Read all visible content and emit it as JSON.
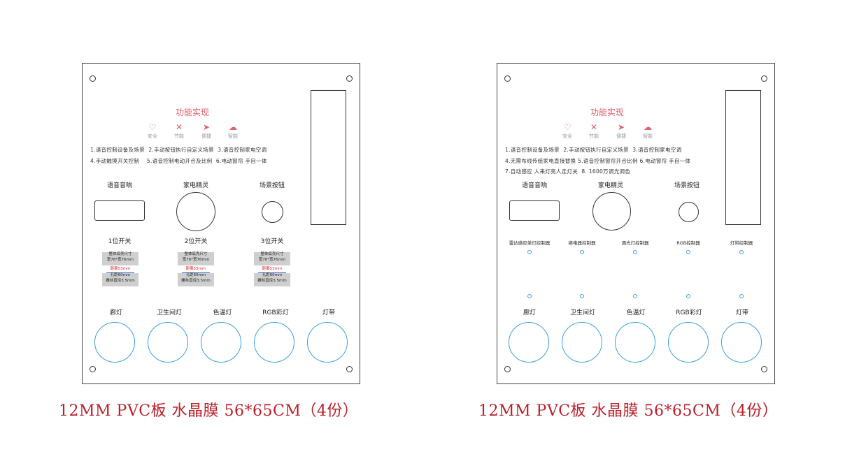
{
  "captions": {
    "left": "12MM PVC板 水晶膜  56*65CM（4份）",
    "right": "12MM PVC板 水晶膜  56*65CM（4份）"
  },
  "colors": {
    "accent": "#e06070",
    "caption": "#b8202a",
    "circle": "#3ba0de",
    "dim_red": "#e02030"
  },
  "left_panel": {
    "func_title": "功能实现",
    "icons": [
      {
        "glyph": "♡",
        "label": "安全",
        "name": "heart-icon"
      },
      {
        "glyph": "✕",
        "label": "节能",
        "name": "cross-icon"
      },
      {
        "glyph": "➤",
        "label": "便捷",
        "name": "paper-plane-icon"
      },
      {
        "glyph": "☁",
        "label": "智能",
        "name": "cloud-icon"
      }
    ],
    "features": [
      "1.语音控制设备及场景  2.手动按钮执行自定义场景  3.语音控制家电空调",
      "4.手动触摸开关控制    5.语音控制电动开合及比例  6.电动窗帘 手自一体"
    ],
    "sections": [
      "语音音响",
      "家电精灵",
      "场景按钮"
    ],
    "switch_labels": [
      "1位开关",
      "2位开关",
      "3位开关"
    ],
    "dims": {
      "top": [
        "整体底壳尺寸",
        "宽76*宽76mm"
      ],
      "mid": "距离53mm",
      "bot": [
        "孔距60mm",
        "螺丝直径3.5mm"
      ]
    },
    "lights": [
      "廊灯",
      "卫生间灯",
      "色温灯",
      "RGB彩灯",
      "灯带"
    ]
  },
  "right_panel": {
    "func_title": "功能实现",
    "icons": [
      {
        "glyph": "♡",
        "label": "安全",
        "name": "heart-icon"
      },
      {
        "glyph": "✕",
        "label": "节能",
        "name": "cross-icon"
      },
      {
        "glyph": "➤",
        "label": "便捷",
        "name": "paper-plane-icon"
      },
      {
        "glyph": "☁",
        "label": "智能",
        "name": "cloud-icon"
      }
    ],
    "features": [
      "1.语音控制设备及场景  2.手动按钮执行自定义场景  3.语音控制家电空调",
      "4.无需布线传统家电直接替换 5.语音控制窗帘开合比例 6.电动窗帘 手自一体",
      "7.自动感应 人来灯亮人走灯关  8. 1600万调光调色"
    ],
    "sections": [
      "语音音响",
      "家电精灵",
      "场景按钮"
    ],
    "controllers": [
      "雷达感应单灯控制器",
      "继电器控制器",
      "调光灯控制器",
      "RGB控制器",
      "灯带控制器"
    ],
    "lights": [
      "廊灯",
      "卫生间灯",
      "色温灯",
      "RGB彩灯",
      "灯带"
    ]
  }
}
